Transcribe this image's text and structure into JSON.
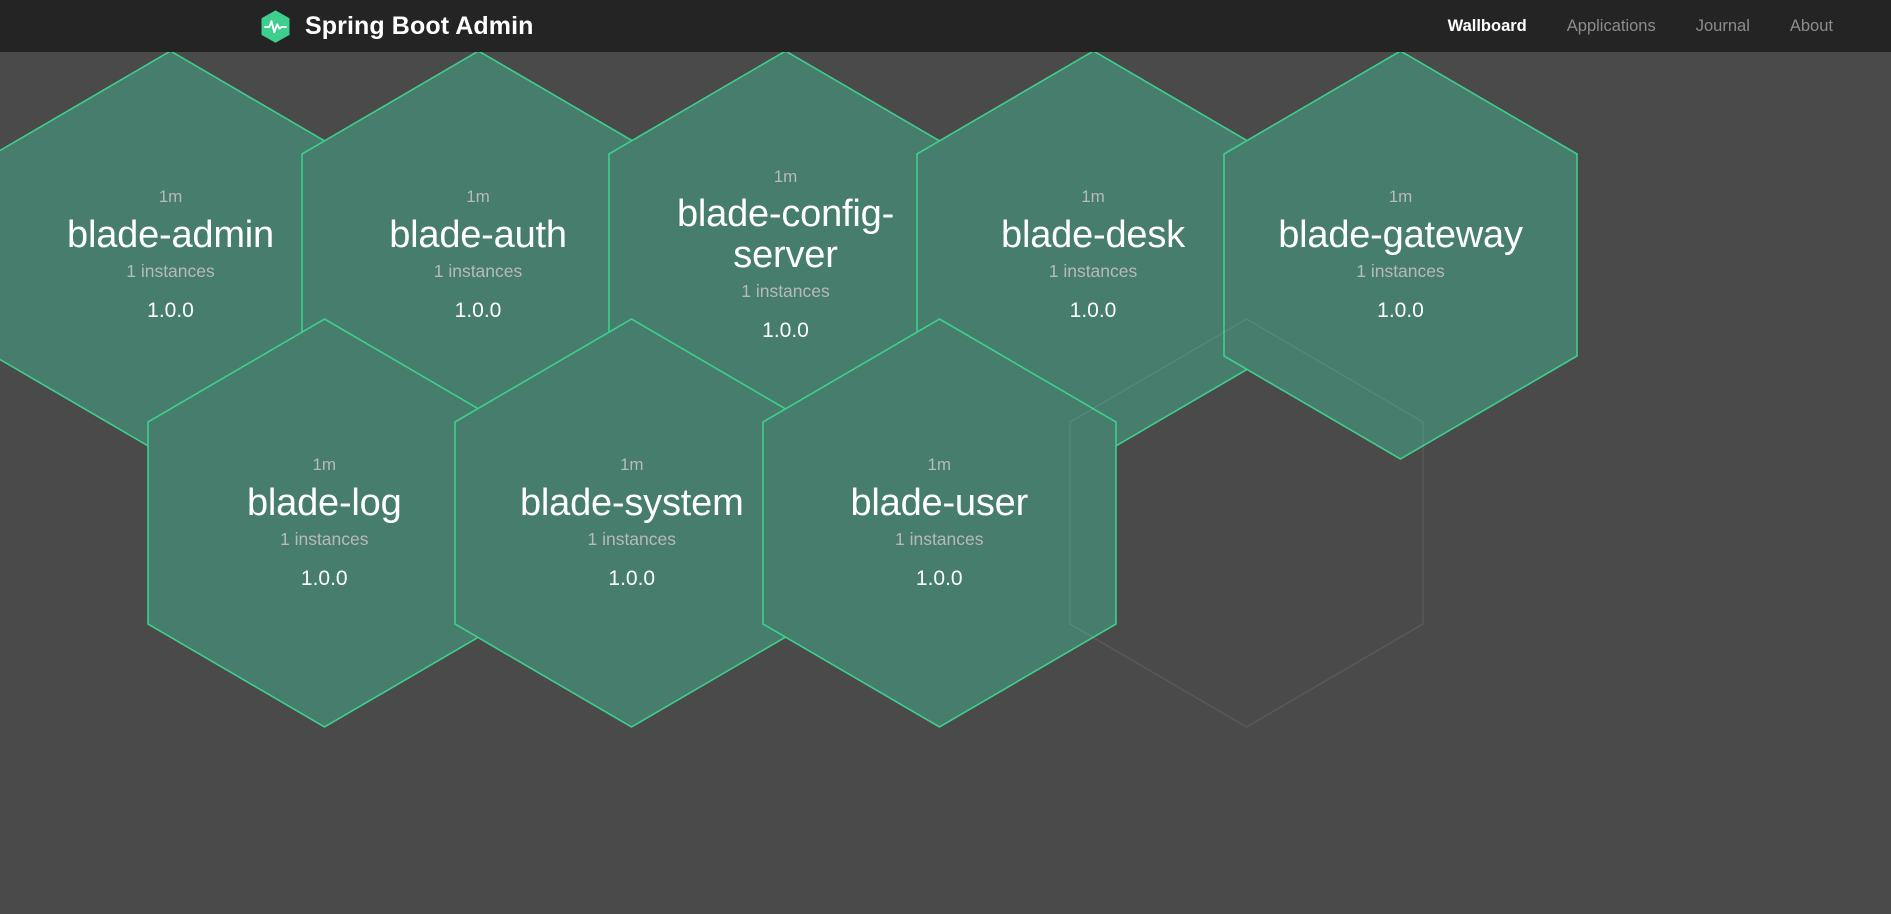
{
  "app": {
    "brand_title": "Spring Boot Admin",
    "logo_icon": "hexagon-heartbeat-icon",
    "background_color": "#4a4a4a",
    "navbar_color": "#242424",
    "accent_color": "#3ecf8e",
    "hex_fill_color": "#467d6c"
  },
  "nav": {
    "links": [
      {
        "label": "Wallboard",
        "active": true
      },
      {
        "label": "Applications",
        "active": false
      },
      {
        "label": "Journal",
        "active": false
      },
      {
        "label": "About",
        "active": false
      }
    ]
  },
  "wallboard": {
    "applications": [
      {
        "status_age": "1m",
        "name": "blade-admin",
        "instances": "1 instances",
        "version": "1.0.0",
        "row": 0,
        "col": 0
      },
      {
        "status_age": "1m",
        "name": "blade-auth",
        "instances": "1 instances",
        "version": "1.0.0",
        "row": 0,
        "col": 1
      },
      {
        "status_age": "1m",
        "name": "blade-config-server",
        "instances": "1 instances",
        "version": "1.0.0",
        "row": 0,
        "col": 2
      },
      {
        "status_age": "1m",
        "name": "blade-desk",
        "instances": "1 instances",
        "version": "1.0.0",
        "row": 0,
        "col": 3
      },
      {
        "status_age": "1m",
        "name": "blade-gateway",
        "instances": "1 instances",
        "version": "1.0.0",
        "row": 0,
        "col": 4
      },
      {
        "status_age": "1m",
        "name": "blade-log",
        "instances": "1 instances",
        "version": "1.0.0",
        "row": 1,
        "col": 0
      },
      {
        "status_age": "1m",
        "name": "blade-system",
        "instances": "1 instances",
        "version": "1.0.0",
        "row": 1,
        "col": 1
      },
      {
        "status_age": "1m",
        "name": "blade-user",
        "instances": "1 instances",
        "version": "1.0.0",
        "row": 1,
        "col": 2
      }
    ],
    "placeholder_count": 1
  }
}
